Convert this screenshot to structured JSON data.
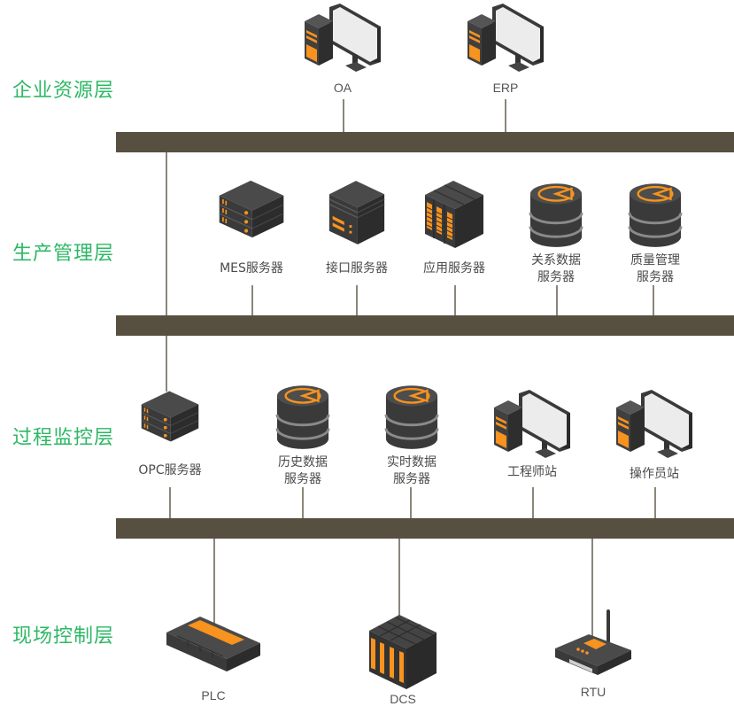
{
  "layers": [
    {
      "label": "企业资源层"
    },
    {
      "label": "生产管理层"
    },
    {
      "label": "过程监控层"
    },
    {
      "label": "现场控制层"
    }
  ],
  "colors": {
    "bus": "#575040",
    "layer_label": "#2db865",
    "accent": "#f7931e",
    "device": "#3d3d3d"
  },
  "enterprise": {
    "nodes": [
      {
        "label": "OA",
        "icon": "workstation-icon"
      },
      {
        "label": "ERP",
        "icon": "workstation-icon"
      }
    ]
  },
  "production": {
    "nodes": [
      {
        "label": "MES服务器",
        "icon": "rack-server-icon"
      },
      {
        "label": "接口服务器",
        "icon": "interface-server-icon"
      },
      {
        "label": "应用服务器",
        "icon": "blade-server-icon"
      },
      {
        "label": "关系数据\n服务器",
        "icon": "database-icon"
      },
      {
        "label": "质量管理\n服务器",
        "icon": "database-icon"
      }
    ]
  },
  "process": {
    "nodes": [
      {
        "label": "OPC服务器",
        "icon": "rack-server-icon"
      },
      {
        "label": "历史数据\n服务器",
        "icon": "database-icon"
      },
      {
        "label": "实时数据\n服务器",
        "icon": "database-icon"
      },
      {
        "label": "工程师站",
        "icon": "workstation-icon"
      },
      {
        "label": "操作员站",
        "icon": "workstation-icon"
      }
    ]
  },
  "field": {
    "nodes": [
      {
        "label": "PLC",
        "icon": "plc-icon"
      },
      {
        "label": "DCS",
        "icon": "dcs-icon"
      },
      {
        "label": "RTU",
        "icon": "rtu-router-icon"
      }
    ]
  }
}
